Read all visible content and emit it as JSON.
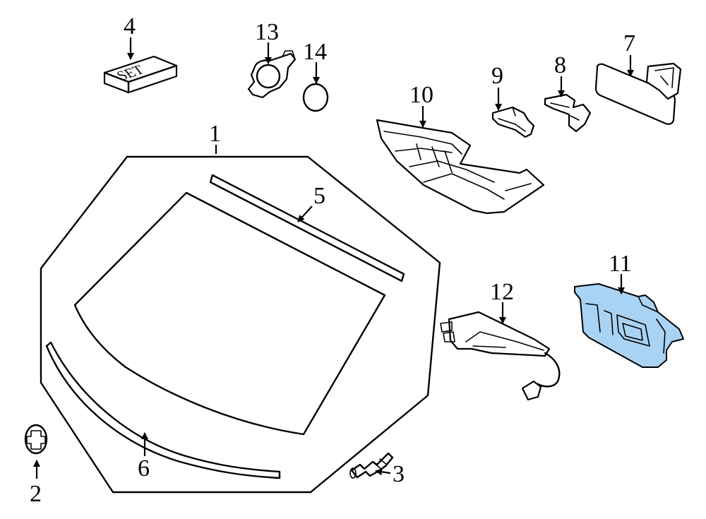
{
  "callouts": [
    {
      "id": "1",
      "label": "1"
    },
    {
      "id": "2",
      "label": "2"
    },
    {
      "id": "3",
      "label": "3"
    },
    {
      "id": "4",
      "label": "4"
    },
    {
      "id": "5",
      "label": "5"
    },
    {
      "id": "6",
      "label": "6"
    },
    {
      "id": "7",
      "label": "7"
    },
    {
      "id": "8",
      "label": "8"
    },
    {
      "id": "9",
      "label": "9"
    },
    {
      "id": "10",
      "label": "10"
    },
    {
      "id": "11",
      "label": "11"
    },
    {
      "id": "12",
      "label": "12"
    },
    {
      "id": "13",
      "label": "13"
    },
    {
      "id": "14",
      "label": "14"
    }
  ],
  "set_box_text": "SET",
  "highlight_color": "#a9d3f4",
  "line_color": "#000000"
}
